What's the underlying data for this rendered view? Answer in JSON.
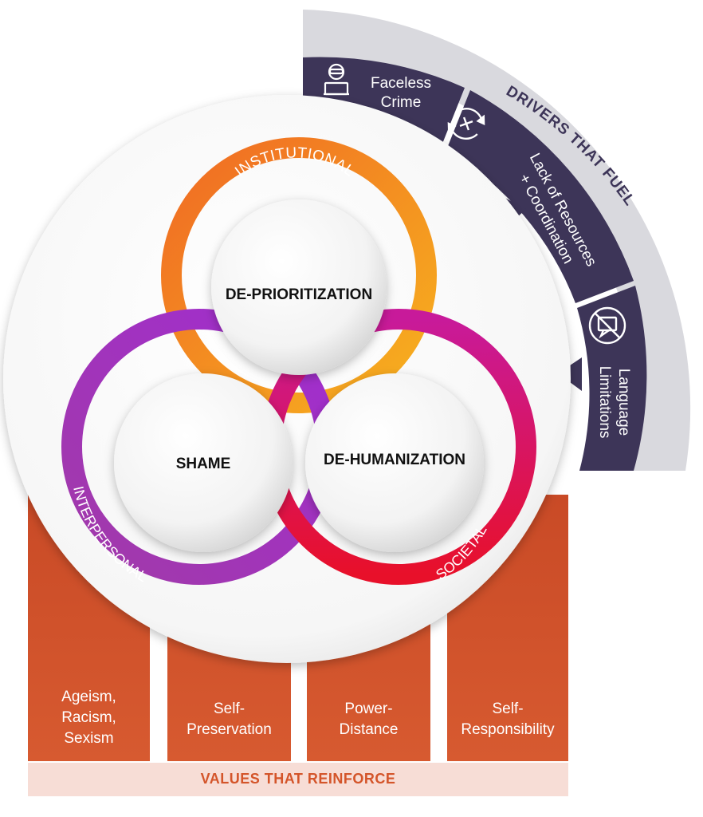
{
  "drivers": {
    "title": "DRIVERS THAT FUEL",
    "items": [
      {
        "label": "Faceless\nCrime",
        "icon": "hacker-laptop-icon"
      },
      {
        "label": "Lack of Resources\n+ Coordination",
        "icon": "refresh-cross-icon"
      },
      {
        "label": "Language\nLimitations",
        "icon": "no-chat-icon"
      }
    ]
  },
  "core": {
    "bubbles": [
      "DE-PRIORITIZATION",
      "SHAME",
      "DE-HUMANIZATION"
    ],
    "rings": [
      "INSTITUTIONAL",
      "INTERPERSONAL",
      "SOCIETAL"
    ]
  },
  "values": {
    "title": "VALUES THAT REINFORCE",
    "pillars": [
      "Ageism,\nRacism,\nSexism",
      "Self-\nPreservation",
      "Power-\nDistance",
      "Self-\nResponsibility"
    ]
  },
  "colors": {
    "drivers_panel": "#3d3558",
    "drivers_band": "#d9d9de",
    "pillar": "#d0532c",
    "values_bar": "#f7ddd6",
    "values_text": "#d4552a",
    "ring_orange": "#f5872a",
    "ring_purple": "#9020d8",
    "ring_red": "#e8102a"
  }
}
